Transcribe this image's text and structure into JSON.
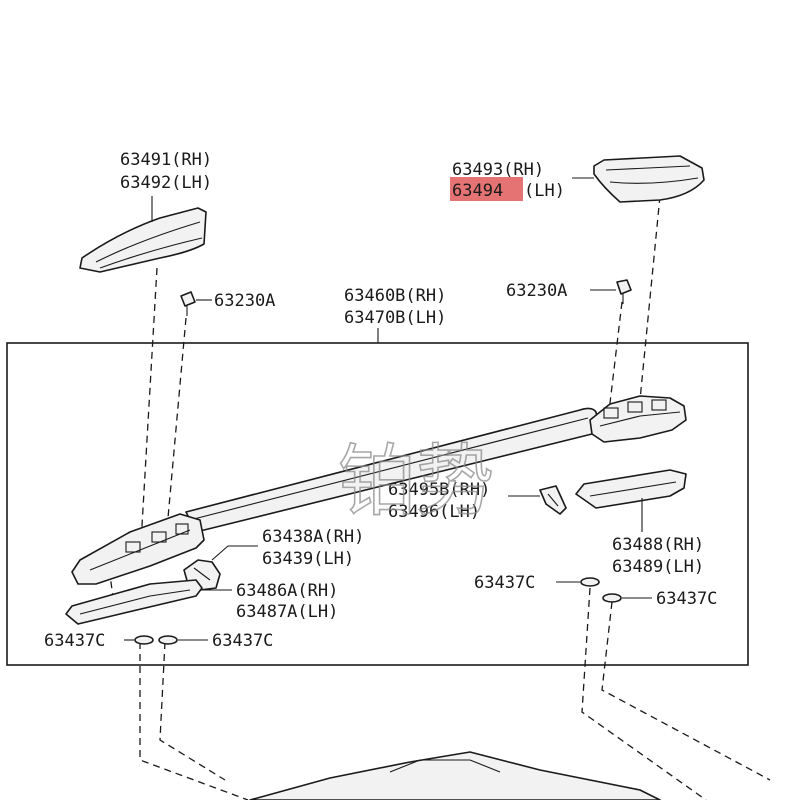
{
  "labels": {
    "cover_front": {
      "line1": "63491(RH)",
      "line2": "63492(LH)"
    },
    "cover_rear": {
      "line1": "63493(RH)",
      "line2_part": "63494",
      "line2_side": "(LH)"
    },
    "bolt_left": "63230A",
    "bolt_right": "63230A",
    "rail_assembly": {
      "line1": "63460B(RH)",
      "line2": "63470B(LH)"
    },
    "center_clip": {
      "line1": "63495B(RH)",
      "line2": "63496(LH)"
    },
    "front_bracket": {
      "line1": "63438A(RH)",
      "line2": "63439(LH)"
    },
    "front_pad": {
      "line1": "63486A(RH)",
      "line2": "63487A(LH)"
    },
    "rear_pad": {
      "line1": "63488(RH)",
      "line2": "63489(LH)"
    },
    "washer_rear_upper": "63437C",
    "washer_rear_lower": "63437C",
    "washer_front_left": "63437C",
    "washer_front_right": "63437C"
  },
  "highlight": {
    "part": "63494",
    "color": "#e05a5a"
  },
  "watermark": {
    "text": "铂势"
  },
  "colors": {
    "line": "#1a1a1a",
    "part_fill": "#f2f2f2",
    "background": "#ffffff"
  }
}
